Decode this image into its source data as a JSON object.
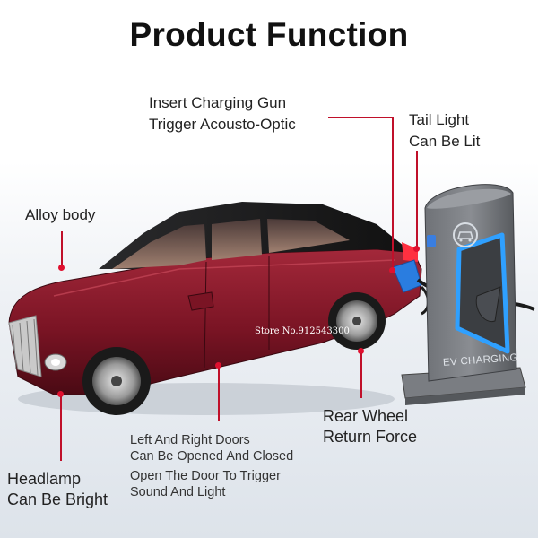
{
  "title": "Product Function",
  "labels": {
    "charging_line1": "Insert Charging Gun",
    "charging_line2": "Trigger Acousto-Optic",
    "tail_line1": "Tail Light",
    "tail_line2": "Can Be Lit",
    "alloy": "Alloy body",
    "doors_line1": "Left And Right Doors",
    "doors_line2": "Can Be Opened And Closed",
    "door_sound_line1": "Open The Door To Trigger",
    "door_sound_line2": "Sound And Light",
    "rear_wheel_line1": "Rear Wheel",
    "rear_wheel_line2": "Return Force",
    "headlamp_line1": "Headlamp",
    "headlamp_line2": "Can Be Bright"
  },
  "charger": {
    "text": "EV CHARGING",
    "icon": "car-charging-icon"
  },
  "watermark": "Store No.912543300",
  "colors": {
    "car_body": "#7a1424",
    "car_roof": "#1b1b1d",
    "charger_body": "#5e6166",
    "charger_glow": "#2fa0ff",
    "callout": "#c0102a"
  }
}
